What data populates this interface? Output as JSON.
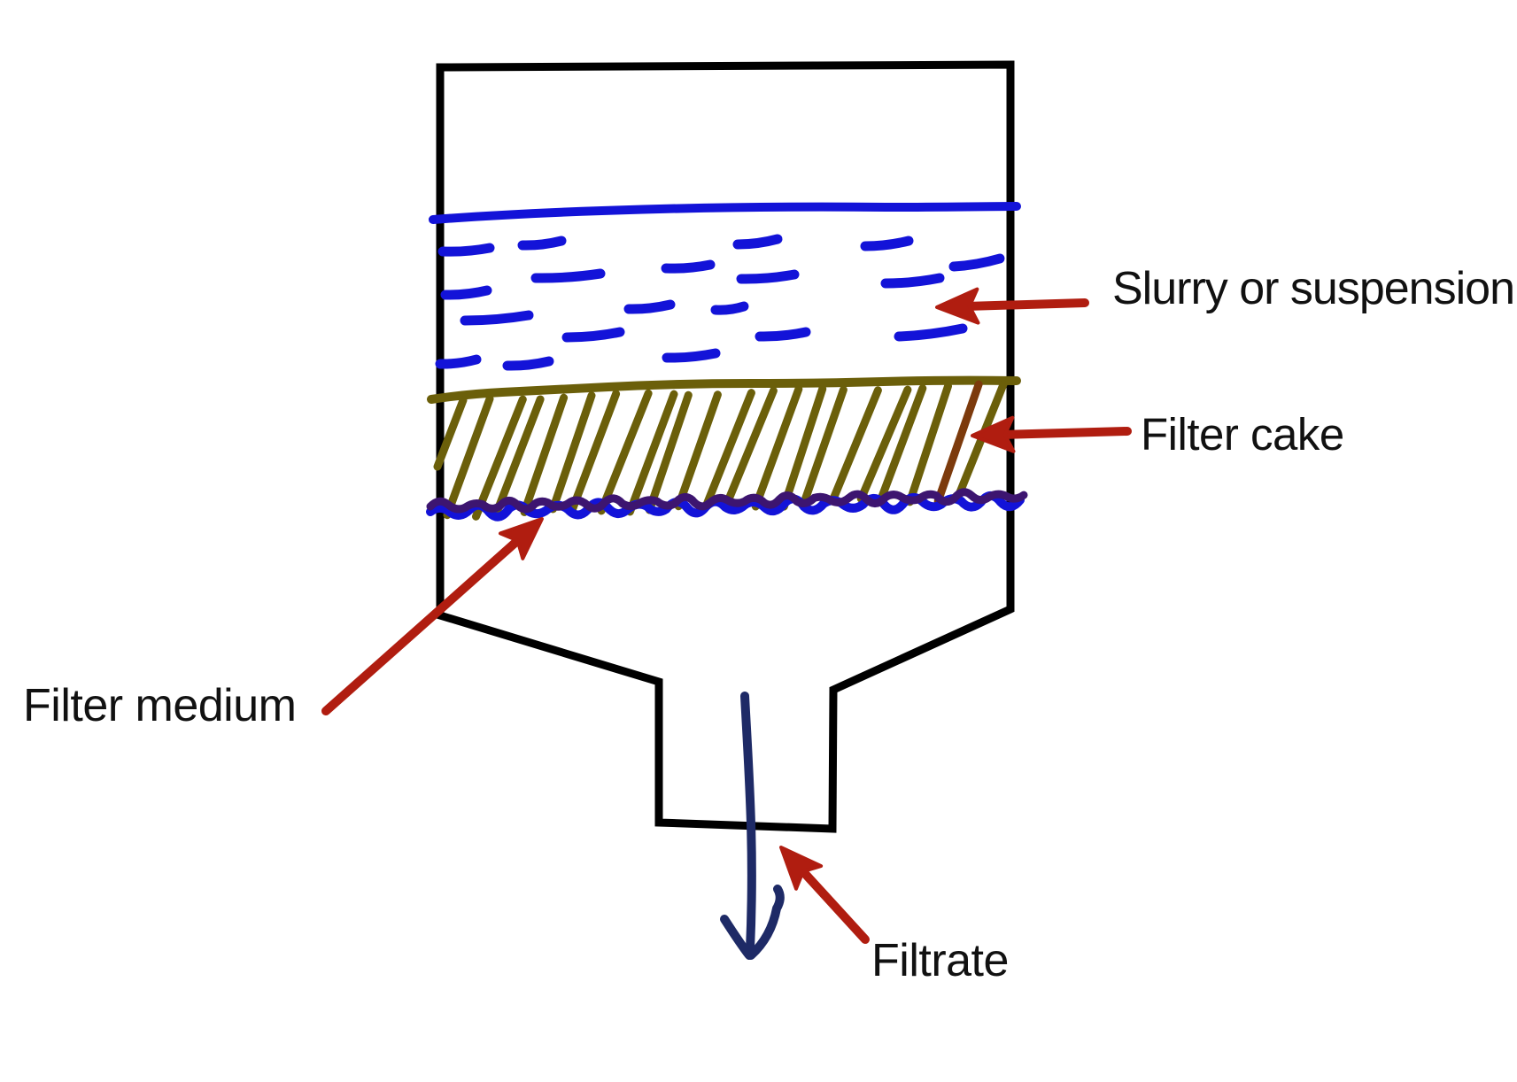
{
  "diagram": {
    "labels": {
      "slurry": "Slurry or suspension",
      "filter_cake": "Filter cake",
      "filter_medium": "Filter medium",
      "filtrate": "Filtrate"
    },
    "colors": {
      "background": "#ffffff",
      "vessel_outline": "#000000",
      "liquid_blue": "#1313d8",
      "cake_olive": "#6b5f0a",
      "cake_red_tinted_stroke": "#7c3a0c",
      "medium_purple": "#3d1570",
      "annotation_arrow_red": "#b01d10",
      "filtrate_arrow_navy": "#1e2a66",
      "label_text": "#111111"
    }
  }
}
